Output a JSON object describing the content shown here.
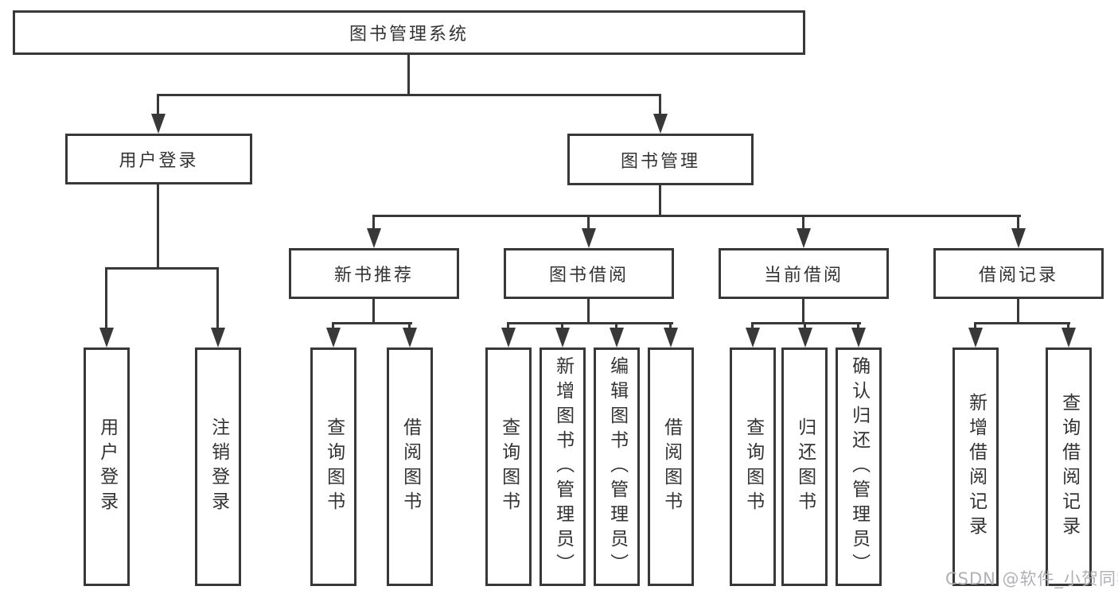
{
  "colors": {
    "line": "#383838",
    "text": "#333333",
    "watermark": "#b1b1b5",
    "background": "#ffffff"
  },
  "diagram": {
    "root": {
      "label": "图书管理系统"
    },
    "user_login": {
      "label": "用户登录",
      "children": [
        {
          "label": "用户登录"
        },
        {
          "label": "注销登录"
        }
      ]
    },
    "book_management": {
      "label": "图书管理",
      "sections": [
        {
          "label": "新书推荐",
          "children": [
            {
              "label": "查询图书"
            },
            {
              "label": "借阅图书"
            }
          ]
        },
        {
          "label": "图书借阅",
          "children": [
            {
              "label": "查询图书"
            },
            {
              "label": "新增图书（管理员）"
            },
            {
              "label": "编辑图书（管理员）"
            },
            {
              "label": "借阅图书"
            }
          ]
        },
        {
          "label": "当前借阅",
          "children": [
            {
              "label": "查询图书"
            },
            {
              "label": "归还图书"
            },
            {
              "label": "确认归还（管理员）"
            }
          ]
        },
        {
          "label": "借阅记录",
          "children": [
            {
              "label": "新增借阅记录"
            },
            {
              "label": "查询借阅记录"
            }
          ]
        }
      ]
    }
  },
  "watermark": "CSDN @软件_小贺同学"
}
